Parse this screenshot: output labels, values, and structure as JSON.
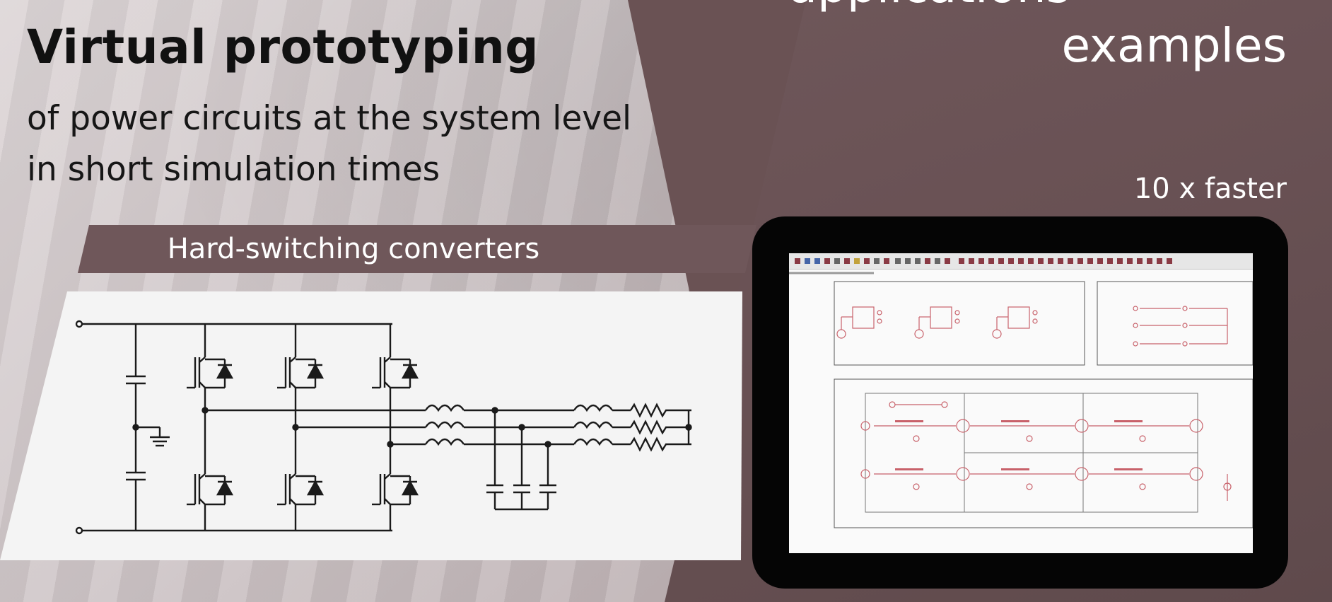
{
  "slide": {
    "title": "Virtual prototyping",
    "subtitle_lines": [
      "of power circuits at the system level",
      "in short simulation times"
    ],
    "section_title_top": "applications",
    "section_title": "examples",
    "speed_label": "10 x faster"
  },
  "banner": {
    "label": "Hard-switching converters"
  },
  "schematic": {
    "icon": "three-phase-inverter-circuit-icon"
  },
  "tablet": {
    "icon": "simulation-software-screenshot-icon"
  },
  "colors": {
    "accent": "#6f575a",
    "background_right": "#6a5254",
    "schematic_red": "#c8616a"
  }
}
